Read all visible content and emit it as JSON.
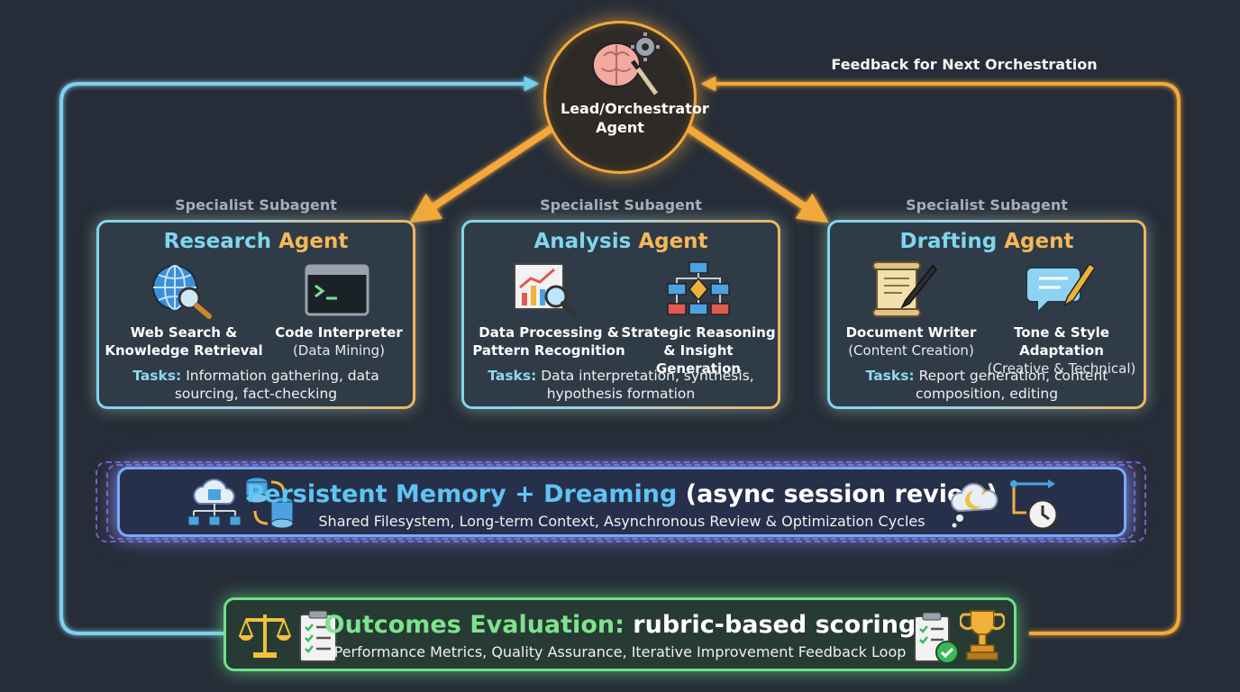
{
  "orchestrator": {
    "title": "Lead/Orchestrator Agent"
  },
  "feedback_label": "Feedback for Next Orchestration",
  "specialist_label": "Specialist Subagent",
  "agents": [
    {
      "name": "Research",
      "suffix": "Agent",
      "tools": [
        {
          "line1": "Web Search &",
          "line2": "Knowledge Retrieval",
          "icon": "globe-search-icon"
        },
        {
          "line1": "Code Interpreter",
          "line2": "(Data Mining)",
          "icon": "terminal-icon"
        }
      ],
      "tasks_label": "Tasks:",
      "tasks": "Information gathering, data sourcing, fact-checking"
    },
    {
      "name": "Analysis",
      "suffix": "Agent",
      "tools": [
        {
          "line1": "Data Processing &",
          "line2": "Pattern Recognition",
          "icon": "chart-magnifier-icon"
        },
        {
          "line1": "Strategic Reasoning",
          "line2": "& Insight Generation",
          "icon": "flowchart-icon"
        }
      ],
      "tasks_label": "Tasks:",
      "tasks": "Data interpretation, synthesis, hypothesis formation"
    },
    {
      "name": "Drafting",
      "suffix": "Agent",
      "tools": [
        {
          "line1": "Document Writer",
          "line2": "(Content Creation)",
          "icon": "scroll-pen-icon"
        },
        {
          "line1": "Tone & Style Adaptation",
          "line2": "(Creative & Technical)",
          "icon": "speech-pencil-icon"
        }
      ],
      "tasks_label": "Tasks:",
      "tasks": "Report generation, content composition, editing"
    }
  ],
  "memory": {
    "title_main": "Persistent Memory + Dreaming",
    "title_extra": "(async session review)",
    "subtitle": "Shared Filesystem, Long-term Context, Asynchronous Review & Optimization Cycles"
  },
  "outcomes": {
    "title_main": "Outcomes Evaluation:",
    "title_extra": "rubric-based scoring",
    "subtitle": "Performance Metrics, Quality Assurance, Iterative Improvement Feedback Loop"
  },
  "colors": {
    "orchestrator": "#f2a83b",
    "research": "#7fd6ee",
    "memory": "#7aa8ff",
    "outcomes": "#6fe08a",
    "background": "#262d38"
  }
}
